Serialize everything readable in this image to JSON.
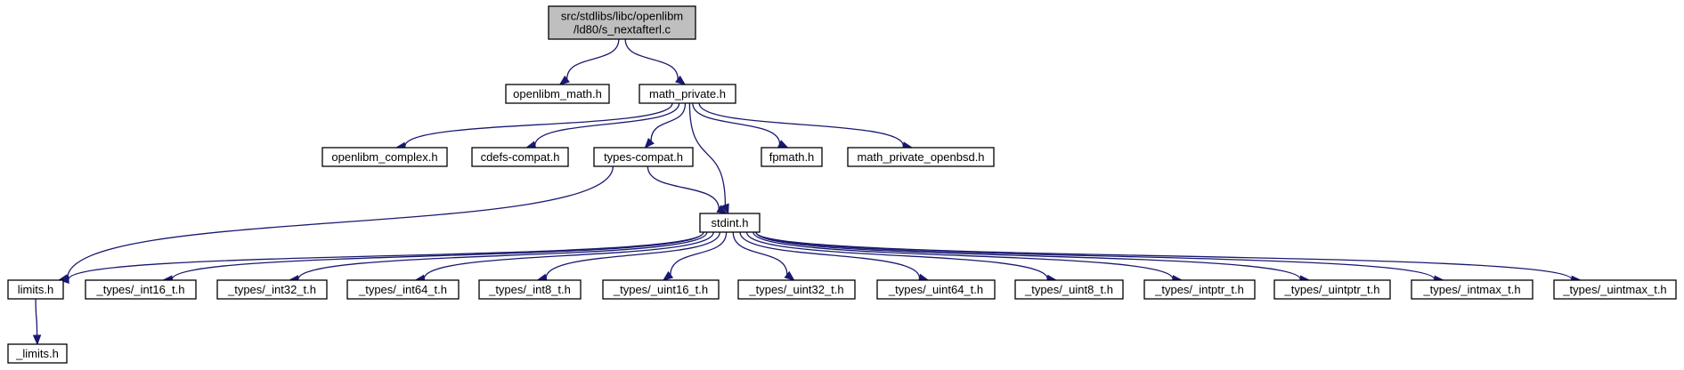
{
  "diagram": {
    "nodes": [
      {
        "id": "root",
        "lines": [
          "src/stdlibs/libc/openlibm",
          "/ld80/s_nextafterl.c"
        ],
        "root": true
      },
      {
        "id": "openlibm_math",
        "lines": [
          "openlibm_math.h"
        ]
      },
      {
        "id": "math_private",
        "lines": [
          "math_private.h"
        ]
      },
      {
        "id": "openlibm_complex",
        "lines": [
          "openlibm_complex.h"
        ]
      },
      {
        "id": "cdefs_compat",
        "lines": [
          "cdefs-compat.h"
        ]
      },
      {
        "id": "types_compat",
        "lines": [
          "types-compat.h"
        ]
      },
      {
        "id": "fpmath",
        "lines": [
          "fpmath.h"
        ]
      },
      {
        "id": "math_private_openbsd",
        "lines": [
          "math_private_openbsd.h"
        ]
      },
      {
        "id": "stdint",
        "lines": [
          "stdint.h"
        ]
      },
      {
        "id": "limits",
        "lines": [
          "limits.h"
        ]
      },
      {
        "id": "int16",
        "lines": [
          "_types/_int16_t.h"
        ]
      },
      {
        "id": "int32",
        "lines": [
          "_types/_int32_t.h"
        ]
      },
      {
        "id": "int64",
        "lines": [
          "_types/_int64_t.h"
        ]
      },
      {
        "id": "int8",
        "lines": [
          "_types/_int8_t.h"
        ]
      },
      {
        "id": "uint16",
        "lines": [
          "_types/_uint16_t.h"
        ]
      },
      {
        "id": "uint32",
        "lines": [
          "_types/_uint32_t.h"
        ]
      },
      {
        "id": "uint64",
        "lines": [
          "_types/_uint64_t.h"
        ]
      },
      {
        "id": "uint8",
        "lines": [
          "_types/_uint8_t.h"
        ]
      },
      {
        "id": "intptr",
        "lines": [
          "_types/_intptr_t.h"
        ]
      },
      {
        "id": "uintptr",
        "lines": [
          "_types/_uintptr_t.h"
        ]
      },
      {
        "id": "intmax",
        "lines": [
          "_types/_intmax_t.h"
        ]
      },
      {
        "id": "uintmax",
        "lines": [
          "_types/_uintmax_t.h"
        ]
      },
      {
        "id": "_limits",
        "lines": [
          "_limits.h"
        ]
      }
    ],
    "edges": [
      [
        "root",
        "openlibm_math"
      ],
      [
        "root",
        "math_private"
      ],
      [
        "math_private",
        "openlibm_complex"
      ],
      [
        "math_private",
        "cdefs_compat"
      ],
      [
        "math_private",
        "types_compat"
      ],
      [
        "math_private",
        "stdint"
      ],
      [
        "math_private",
        "fpmath"
      ],
      [
        "math_private",
        "math_private_openbsd"
      ],
      [
        "types_compat",
        "limits"
      ],
      [
        "types_compat",
        "stdint"
      ],
      [
        "stdint",
        "limits"
      ],
      [
        "stdint",
        "int16"
      ],
      [
        "stdint",
        "int32"
      ],
      [
        "stdint",
        "int64"
      ],
      [
        "stdint",
        "int8"
      ],
      [
        "stdint",
        "uint16"
      ],
      [
        "stdint",
        "uint32"
      ],
      [
        "stdint",
        "uint64"
      ],
      [
        "stdint",
        "uint8"
      ],
      [
        "stdint",
        "intptr"
      ],
      [
        "stdint",
        "uintptr"
      ],
      [
        "stdint",
        "intmax"
      ],
      [
        "stdint",
        "uintmax"
      ],
      [
        "limits",
        "_limits"
      ]
    ]
  }
}
